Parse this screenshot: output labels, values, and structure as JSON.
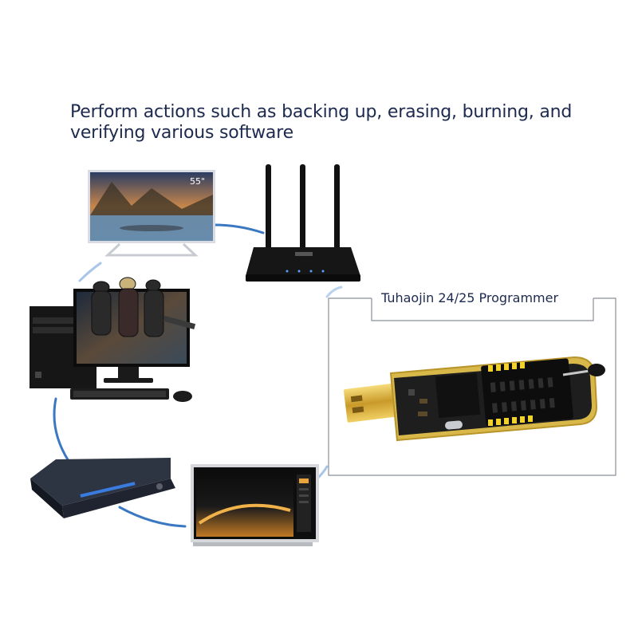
{
  "header": {
    "line1": "Perform actions such as backing up, erasing, burning, and",
    "line2": "verifying various software"
  },
  "tv": {
    "size_label": "55\""
  },
  "programmer": {
    "title": "Tuhaojin 24/25 Programmer"
  },
  "colors": {
    "headline": "#1d2a4f",
    "circle": "#3a78c2",
    "circle_fade": "#b9d2ee",
    "pcb_gold": "#d9b84a",
    "pcb_dark": "#222222"
  }
}
